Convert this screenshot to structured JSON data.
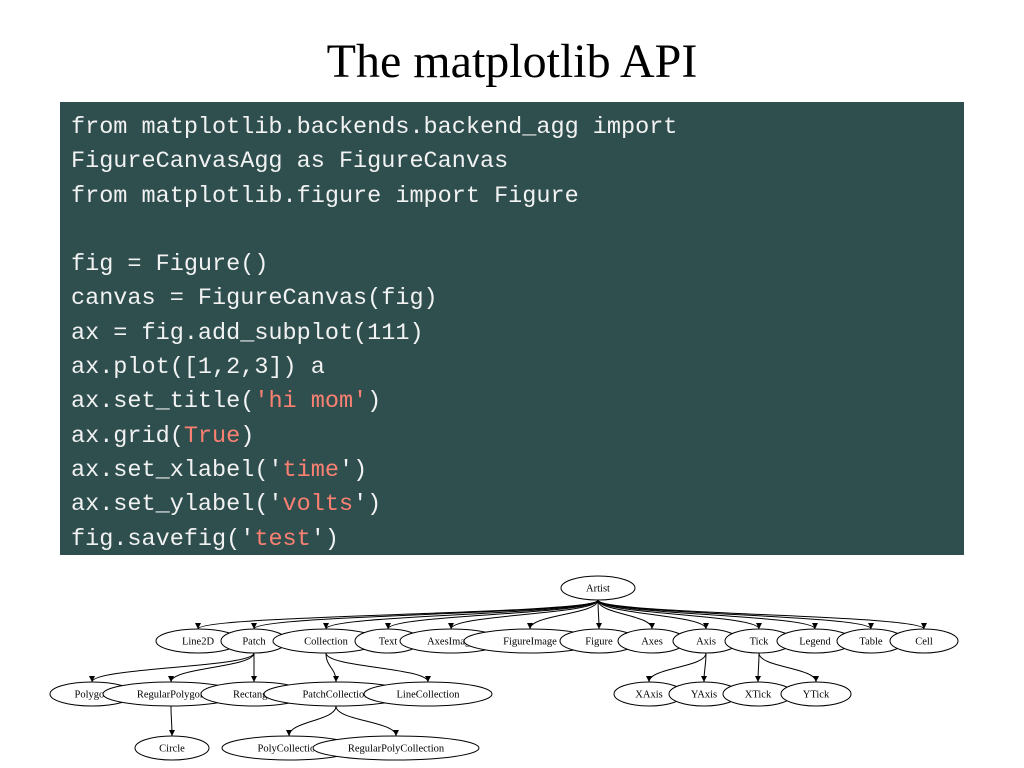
{
  "title": "The matplotlib API",
  "code_lines": [
    [
      {
        "t": "from matplotlib.backends.backend_agg import"
      }
    ],
    [
      {
        "t": "FigureCanvasAgg as FigureCanvas"
      }
    ],
    [
      {
        "t": "from matplotlib.figure import Figure"
      }
    ],
    [
      {
        "t": ""
      }
    ],
    [
      {
        "t": "fig = Figure()"
      }
    ],
    [
      {
        "t": "canvas = FigureCanvas(fig)"
      }
    ],
    [
      {
        "t": "ax = fig.add_subplot(111)"
      }
    ],
    [
      {
        "t": "ax.plot([1,2,3]) a"
      }
    ],
    [
      {
        "t": "ax.set_title("
      },
      {
        "t": "'hi mom'",
        "s": 1
      },
      {
        "t": ")"
      }
    ],
    [
      {
        "t": "ax.grid("
      },
      {
        "t": "True",
        "s": 1
      },
      {
        "t": ")"
      }
    ],
    [
      {
        "t": "ax.set_xlabel('"
      },
      {
        "t": "time",
        "s": 1
      },
      {
        "t": "')"
      }
    ],
    [
      {
        "t": "ax.set_ylabel('"
      },
      {
        "t": "volts",
        "s": 1
      },
      {
        "t": "')"
      }
    ],
    [
      {
        "t": "fig.savefig('"
      },
      {
        "t": "test",
        "s": 1
      },
      {
        "t": "')"
      }
    ]
  ],
  "colors": {
    "code_background": "#2f4f4f",
    "code_text": "#f2f2f2",
    "code_string": "#fa8072"
  },
  "class_tree": {
    "nodes": [
      {
        "id": "artist",
        "label": "Artist"
      },
      {
        "id": "line2d",
        "label": "Line2D"
      },
      {
        "id": "patch",
        "label": "Patch"
      },
      {
        "id": "collection",
        "label": "Collection"
      },
      {
        "id": "text",
        "label": "Text"
      },
      {
        "id": "axesimage",
        "label": "AxesImage"
      },
      {
        "id": "figureimage",
        "label": "FigureImage"
      },
      {
        "id": "figure",
        "label": "Figure"
      },
      {
        "id": "axes",
        "label": "Axes"
      },
      {
        "id": "axis",
        "label": "Axis"
      },
      {
        "id": "tick",
        "label": "Tick"
      },
      {
        "id": "legend",
        "label": "Legend"
      },
      {
        "id": "table",
        "label": "Table"
      },
      {
        "id": "cell",
        "label": "Cell"
      },
      {
        "id": "polygon",
        "label": "Polygon"
      },
      {
        "id": "regularpolygon",
        "label": "RegularPolygon"
      },
      {
        "id": "rectangle",
        "label": "Rectangle"
      },
      {
        "id": "patchcollection",
        "label": "PatchCollection"
      },
      {
        "id": "linecollection",
        "label": "LineCollection"
      },
      {
        "id": "xaxis",
        "label": "XAxis"
      },
      {
        "id": "yaxis",
        "label": "YAxis"
      },
      {
        "id": "xtick",
        "label": "XTick"
      },
      {
        "id": "ytick",
        "label": "YTick"
      },
      {
        "id": "circle",
        "label": "Circle"
      },
      {
        "id": "polycollection",
        "label": "PolyCollection"
      },
      {
        "id": "regularpolycollection",
        "label": "RegularPolyCollection"
      }
    ],
    "edges": [
      [
        "artist",
        "line2d"
      ],
      [
        "artist",
        "patch"
      ],
      [
        "artist",
        "collection"
      ],
      [
        "artist",
        "text"
      ],
      [
        "artist",
        "axesimage"
      ],
      [
        "artist",
        "figureimage"
      ],
      [
        "artist",
        "figure"
      ],
      [
        "artist",
        "axes"
      ],
      [
        "artist",
        "axis"
      ],
      [
        "artist",
        "tick"
      ],
      [
        "artist",
        "legend"
      ],
      [
        "artist",
        "table"
      ],
      [
        "artist",
        "cell"
      ],
      [
        "patch",
        "polygon"
      ],
      [
        "patch",
        "regularpolygon"
      ],
      [
        "patch",
        "rectangle"
      ],
      [
        "collection",
        "patchcollection"
      ],
      [
        "collection",
        "linecollection"
      ],
      [
        "axis",
        "xaxis"
      ],
      [
        "axis",
        "yaxis"
      ],
      [
        "tick",
        "xtick"
      ],
      [
        "tick",
        "ytick"
      ],
      [
        "regularpolygon",
        "circle"
      ],
      [
        "patchcollection",
        "polycollection"
      ],
      [
        "patchcollection",
        "regularpolycollection"
      ]
    ]
  }
}
